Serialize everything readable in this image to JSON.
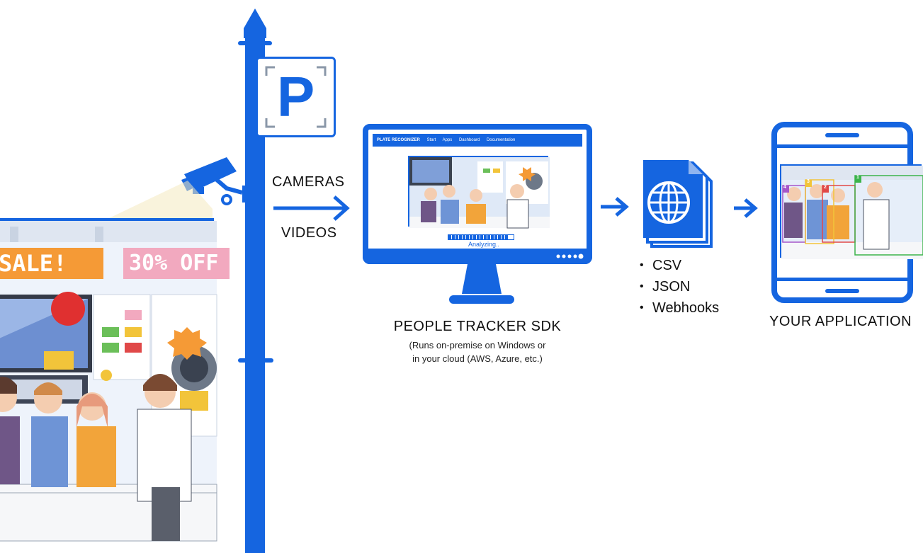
{
  "parking_sign": {
    "letter": "P"
  },
  "store": {
    "sale_sign": "SALE!",
    "discount_sign": "30% OFF"
  },
  "inputs": {
    "cameras_label": "CAMERAS",
    "videos_label": "VIDEOS"
  },
  "monitor": {
    "app_name": "PLATE RECOGNIZER",
    "menu": [
      "Start",
      "Apps",
      "Dashboard",
      "Documentation"
    ],
    "status_text": "Analyzing..",
    "progress": 0.92
  },
  "sdk": {
    "title": "PEOPLE TRACKER SDK",
    "subtitle_line1": "(Runs on-premise on Windows or",
    "subtitle_line2": "in your cloud (AWS, Azure, etc.)"
  },
  "output": {
    "formats": [
      "CSV",
      "JSON",
      "Webhooks"
    ]
  },
  "application": {
    "title": "YOUR APPLICATION",
    "box_labels": [
      "4",
      "3",
      "2",
      "1"
    ]
  },
  "colors": {
    "primary": "#1565e0",
    "sale": "#f59a36",
    "discount": "#f2a9bf"
  },
  "icons": [
    "camera-icon",
    "globe-document-icon",
    "arrow-right-icon",
    "parking-sign-icon"
  ]
}
